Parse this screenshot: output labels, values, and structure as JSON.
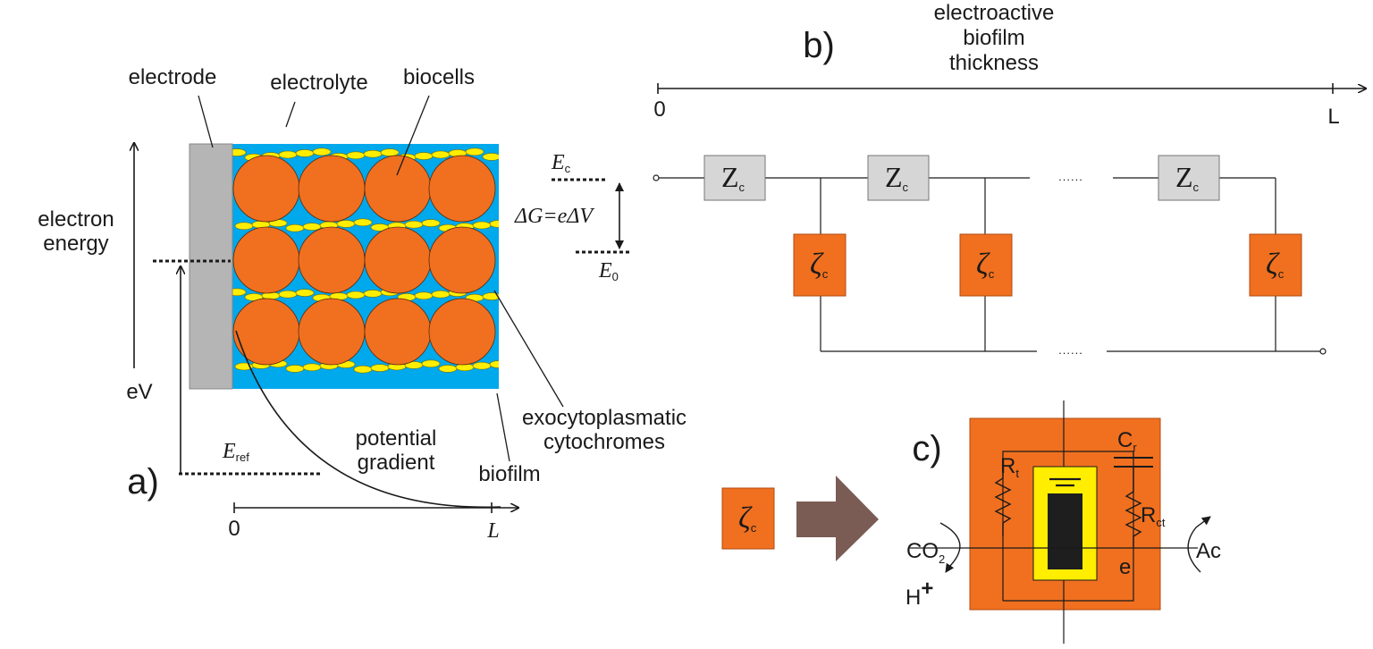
{
  "panels": {
    "a": "a)",
    "b": "b)",
    "c": "c)"
  },
  "panel_a": {
    "electrode": "electrode",
    "electrolyte": "electrolyte",
    "biocells": "biocells",
    "electron_energy_line1": "electron",
    "electron_energy_line2": "energy",
    "ev": "eV",
    "e_ref": "E",
    "e_ref_sub": "ref",
    "potential_gradient_line1": "potential",
    "potential_gradient_line2": "gradient",
    "biofilm": "biofilm",
    "cytochromes_line1": "exocytoplasmatic",
    "cytochromes_line2": "cytochromes",
    "x_start": "0",
    "x_end": "L",
    "e_c": "E",
    "e_c_sub": "c",
    "e_0": "E",
    "e_0_sub": "0",
    "delta_g": "ΔG=eΔV"
  },
  "panel_b": {
    "thickness_line1": "electroactive",
    "thickness_line2": "biofilm",
    "thickness_line3": "thickness",
    "x_start": "0",
    "x_end": "L",
    "z": "Z",
    "z_sub": "c",
    "zeta": "ζ",
    "zeta_sub": "c",
    "ellipsis": "......"
  },
  "panel_c": {
    "r_t": "R",
    "r_t_sub": "t",
    "c_r": "C",
    "c_r_sub": "r",
    "r_ct": "R",
    "r_ct_sub": "ct",
    "co2": "CO",
    "co2_sub": "2",
    "h_plus": "H",
    "h_plus_sup": "+",
    "e": "e",
    "ac": "Ac",
    "zeta": "ζ",
    "zeta_sub": "c"
  },
  "colors": {
    "electrolyte": "#00a8ec",
    "biocell": "#f07020",
    "cytochrome": "#ffee00",
    "electrode": "#b5b5b5",
    "impedance_box": "#d6d6d6",
    "zeta_box": "#f07020",
    "arrow": "#7a5c55"
  }
}
